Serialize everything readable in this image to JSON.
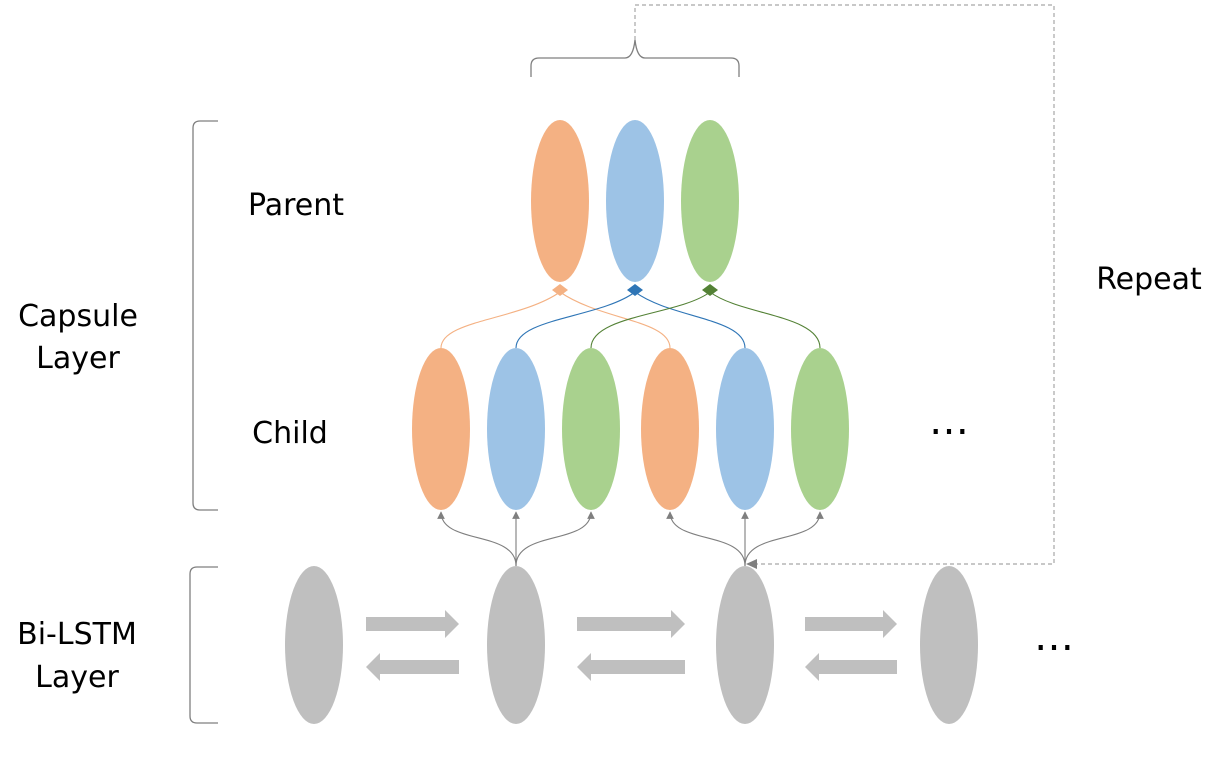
{
  "labels": {
    "capsule_layer_line1": "Capsule",
    "capsule_layer_line2": "Layer",
    "parent": "Parent",
    "child": "Child",
    "bilstm_line1": "Bi-LSTM",
    "bilstm_line2": "Layer",
    "repeat": "Repeat",
    "child_ellipsis": "…",
    "lstm_ellipsis": "…"
  },
  "colors": {
    "orange": "#f4b183",
    "blue": "#9dc3e6",
    "green": "#a9d18e",
    "gray": "#bfbfbf",
    "orange_line": "#f4b183",
    "blue_line": "#2e75b6",
    "green_line": "#538135",
    "arrow_gray": "#7f7f7f",
    "bracket": "#7f7f7f",
    "dashed": "#a6a6a6"
  },
  "parent_capsules": [
    "orange",
    "blue",
    "green"
  ],
  "child_capsules": [
    "orange",
    "blue",
    "green",
    "orange",
    "blue",
    "green"
  ],
  "lstm_nodes": 4
}
